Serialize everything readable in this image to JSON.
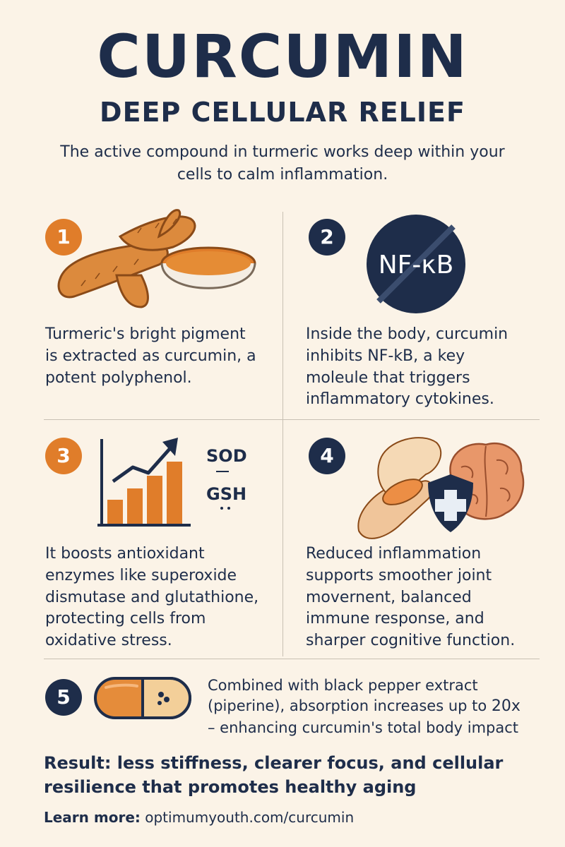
{
  "header": {
    "title": "CURCUMIN",
    "subtitle": "DEEP CELLULAR RELIEF",
    "intro": "The active compound in turmeric works deep within your cells to calm inflammation."
  },
  "steps": [
    {
      "number": "1",
      "text": "Turmeric's bright pigment is extracted as curcumin, a potent polyphenol.",
      "icon": "turmeric-root-bowl-icon"
    },
    {
      "number": "2",
      "text": "Inside the body, curcumin inhibits NF-kB, a key moleule that triggers inflammatory cytokines.",
      "icon": "nfkb-blocked-icon",
      "icon_label": "NF-κB"
    },
    {
      "number": "3",
      "text": "It boosts antioxidant enzymes like superoxide dismutase and glutathione, protecting cells from oxidative stress.",
      "icon": "rising-bar-chart-icon",
      "enzymes": [
        "SOD",
        "GSH"
      ]
    },
    {
      "number": "4",
      "text": "Reduced inflammation supports smoother joint movernent, balanced immune response, and sharper cognitive function.",
      "icon": "joint-brain-shield-icon"
    },
    {
      "number": "5",
      "text_line1": "Combined with black pepper extract",
      "text_line2": "(piperine), absorption increases up to",
      "text_highlight": "20x",
      "text_line3": "– enhancing curcumin's total body impact",
      "icon": "capsule-icon"
    }
  ],
  "result": "Result: less stiffness, clearer focus, and cellular resilience that promotes healthy aging",
  "learn_more": {
    "label": "Learn more:",
    "url": "optimumyouth.com/curcumin"
  },
  "colors": {
    "background": "#fbf3e7",
    "navy": "#1e2d4a",
    "orange": "#e07d2a"
  }
}
